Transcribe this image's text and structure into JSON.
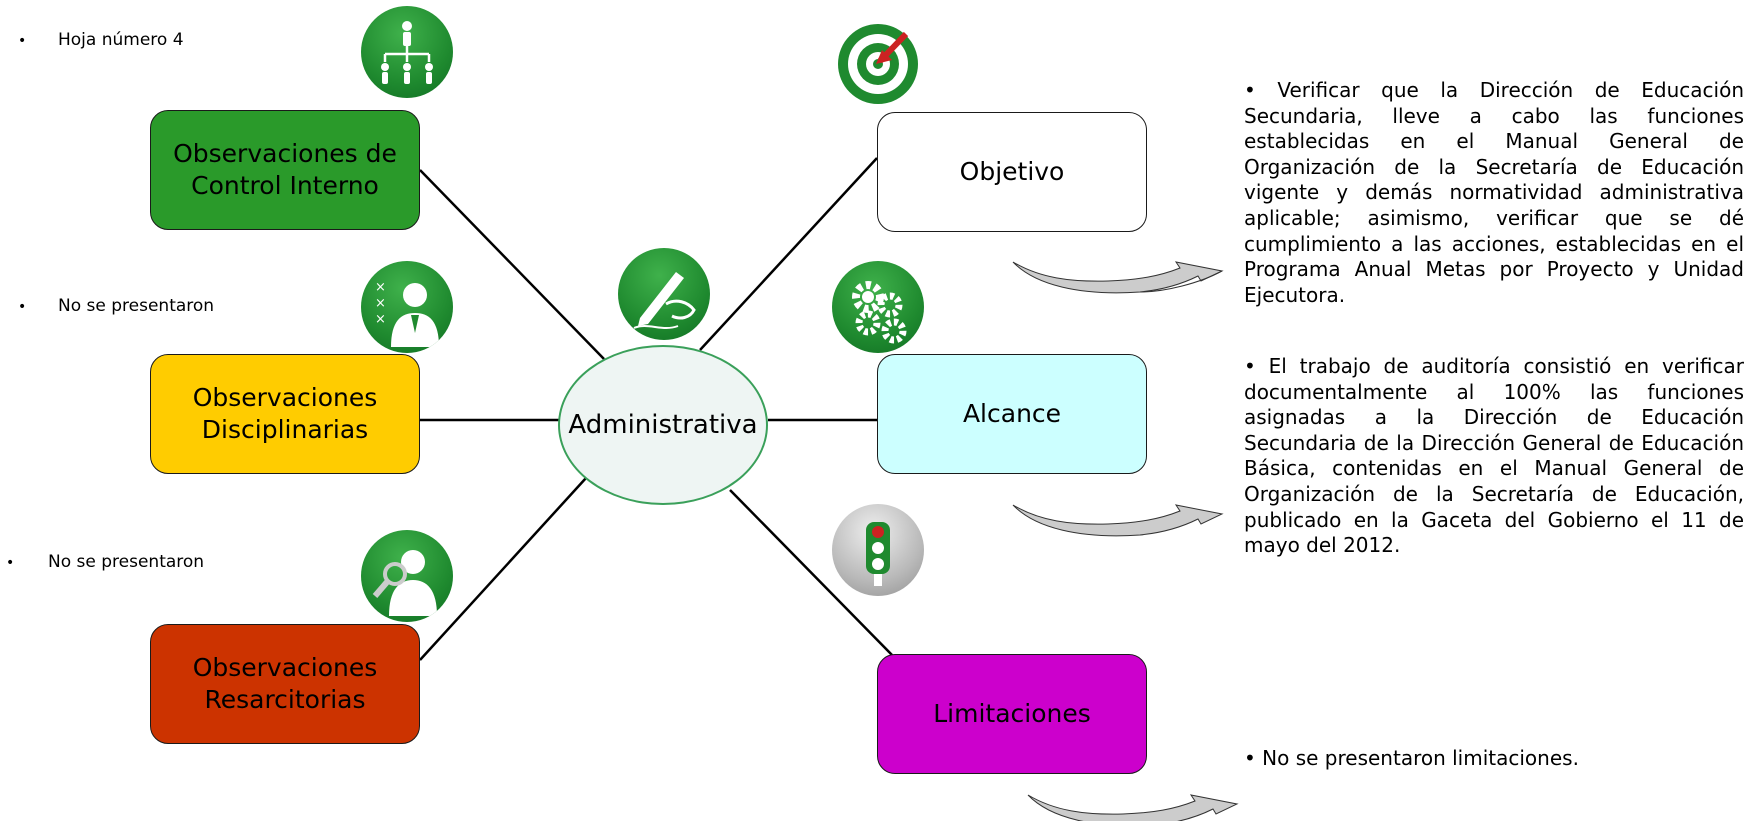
{
  "center": {
    "label": "Administrativa"
  },
  "boxes": {
    "control_interno": {
      "label": "Observaciones de\nControl Interno",
      "color": "#2a9a2a"
    },
    "disciplinarias": {
      "label": "Observaciones\nDisciplinarias",
      "color": "#ffcc00"
    },
    "resarcitorias": {
      "label": "Observaciones\nResarcitorias",
      "color": "#cc3300"
    },
    "objetivo": {
      "label": "Objetivo",
      "color": "#ffffff"
    },
    "alcance": {
      "label": "Alcance",
      "color": "#ccffff"
    },
    "limitaciones": {
      "label": "Limitaciones",
      "color": "#cc00cc"
    }
  },
  "notes": {
    "control_interno": "Hoja número 4",
    "disciplinarias": "No se presentaron",
    "resarcitorias": "No se presentaron"
  },
  "descriptions": {
    "objetivo": "• Verificar que la Dirección de Educación Secundaria, lleve a cabo las funciones establecidas en el Manual General de Organización de la Secretaría de Educación vigente y demás normatividad administrativa aplicable; asimismo, verificar que se dé cumplimiento a las acciones, establecidas en el Programa Anual Metas por Proyecto y Unidad Ejecutora.",
    "alcance": "• El trabajo de auditoría consistió en verificar documentalmente al 100% las funciones asignadas a la Dirección de Educación Secundaria de la Dirección General de Educación Básica, contenidas en el Manual General de Organización de la Secretaría de Educación, publicado en la Gaceta del Gobierno el 11 de mayo del 2012.",
    "limitaciones": "• No se presentaron limitaciones."
  },
  "bullet_glyph": "•",
  "icons": {
    "org_chart": "org-chart-icon",
    "target": "target-icon",
    "writing": "writing-hand-icon",
    "person_checklist": "person-checklist-icon",
    "gears": "gears-icon",
    "person_magnifier": "person-magnifier-icon",
    "traffic_light": "traffic-light-icon"
  },
  "colors": {
    "icon_green": "#1f8a2f",
    "ellipse_border": "#3aa05a",
    "ellipse_fill": "#eef5f3",
    "arrow_fill": "#cccccc"
  }
}
